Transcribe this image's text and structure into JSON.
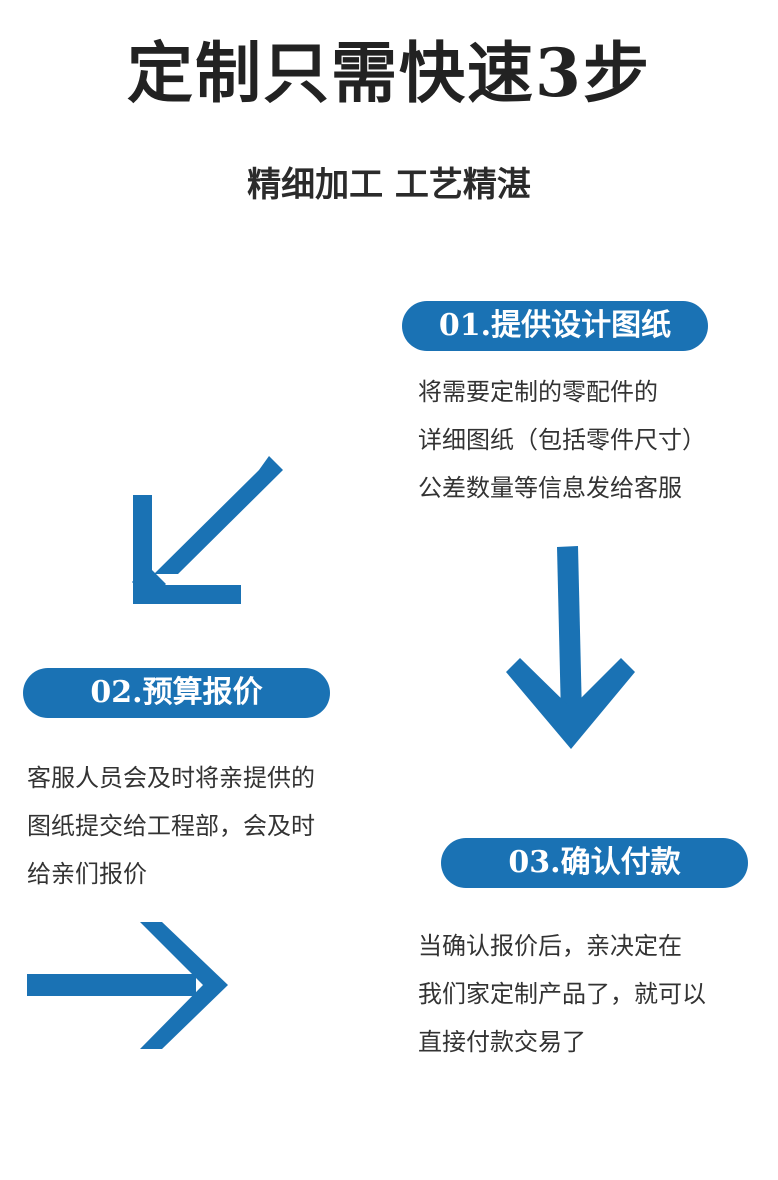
{
  "header": {
    "title": "定制只需快速3步",
    "subtitle": "精细加工 工艺精湛"
  },
  "steps": [
    {
      "label": "01.提供设计图纸",
      "lines": [
        "将需要定制的零配件的",
        "详细图纸（包括零件尺寸）",
        "公差数量等信息发给客服"
      ]
    },
    {
      "label": "02.预算报价",
      "lines": [
        "客服人员会及时将亲提供的",
        "图纸提交给工程部，会及时",
        "给亲们报价"
      ]
    },
    {
      "label": "03.确认付款",
      "lines": [
        "当确认报价后，亲决定在",
        "我们家定制产品了，就可以",
        "直接付款交易了"
      ]
    }
  ],
  "colors": {
    "accent": "#1a72b4",
    "title": "#222222",
    "text": "#333333"
  },
  "icons": [
    "arrow-down-left-icon",
    "arrow-down-icon",
    "arrow-right-icon"
  ]
}
